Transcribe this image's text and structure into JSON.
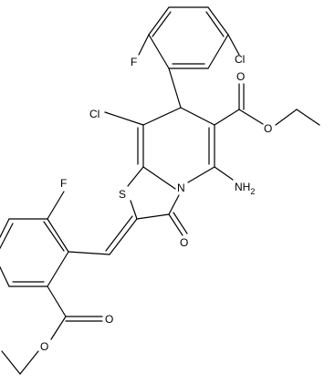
{
  "atom_labels": {
    "cl_top": "Cl",
    "f_top": "F",
    "cl_ring": "Cl",
    "ester_o_top": "O",
    "ester_o2_top": "O",
    "s": "S",
    "n": "N",
    "nh2": "NH",
    "nh2_sub": "2",
    "o_carbonyl": "O",
    "f_left": "F",
    "ester_o_bottom": "O",
    "ester_o2_bottom": "O"
  }
}
